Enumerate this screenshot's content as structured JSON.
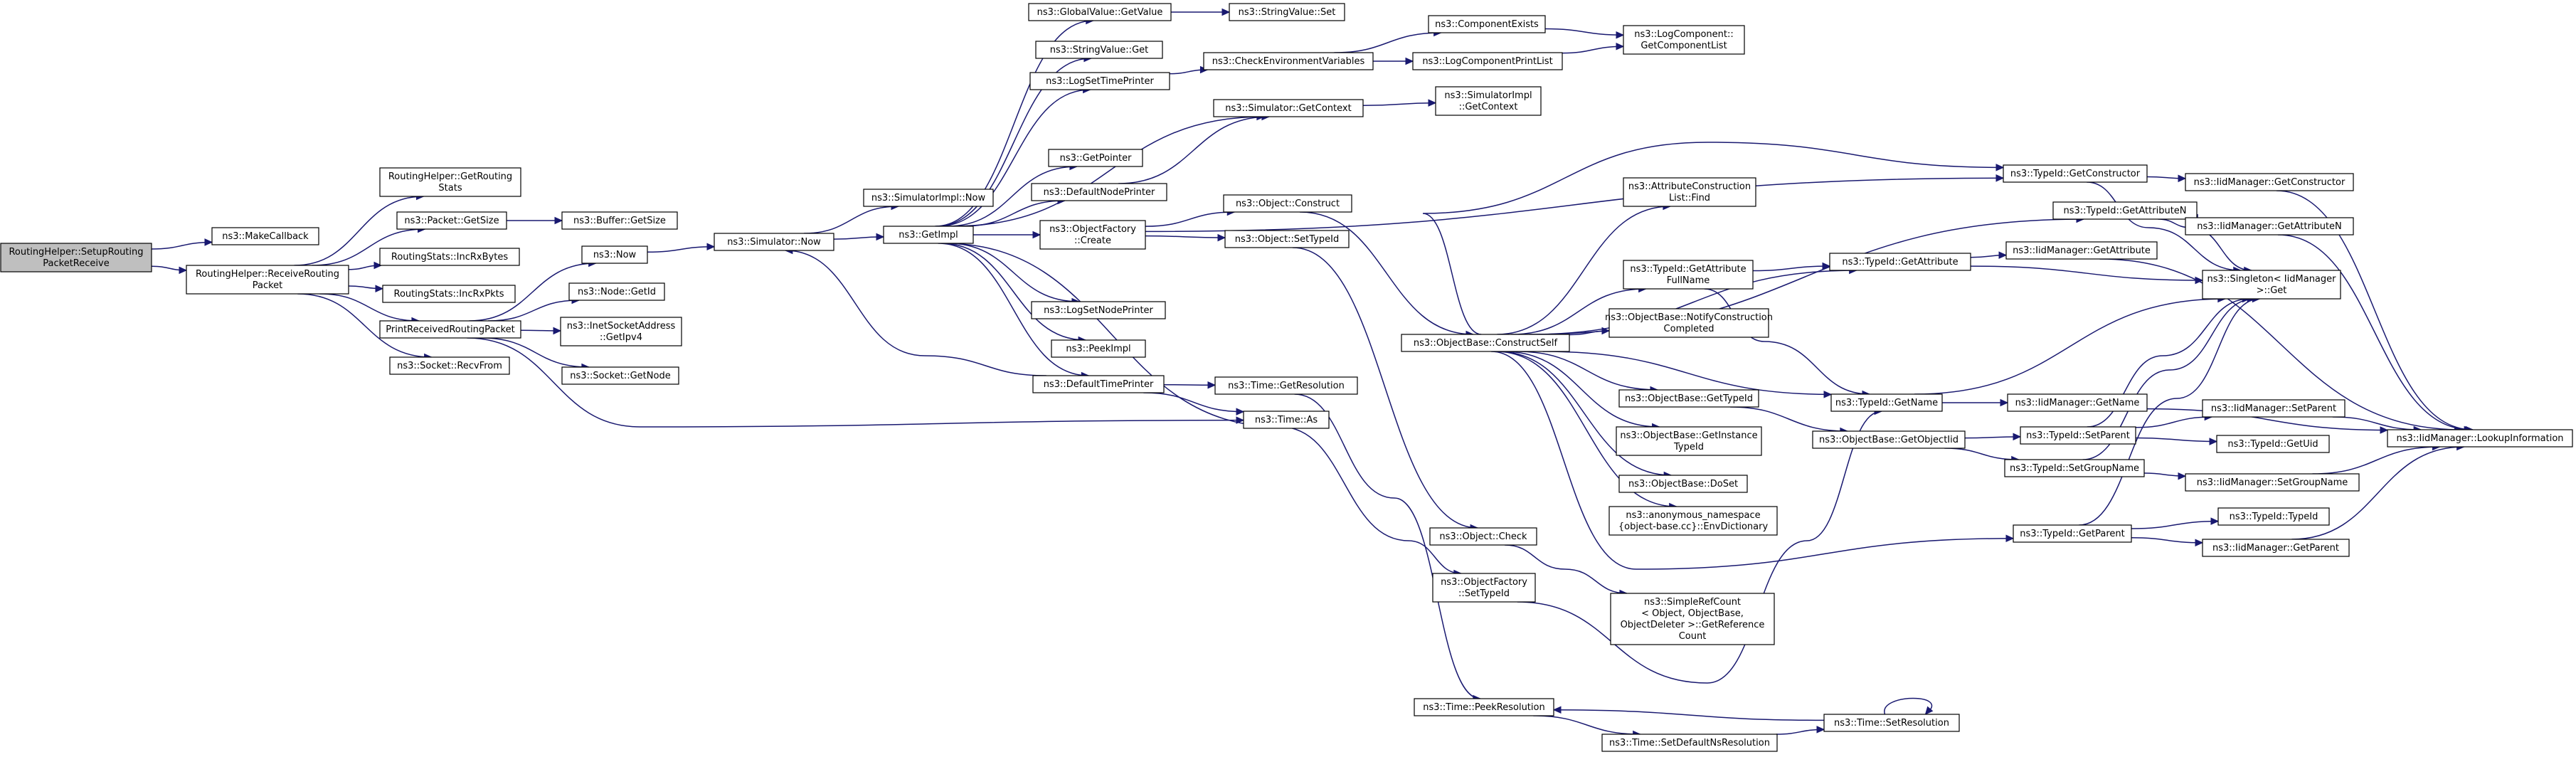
{
  "graph": {
    "root": "setup",
    "nodes": [
      {
        "id": "setup",
        "lines": [
          "RoutingHelper::SetupRouting",
          "PacketReceive"
        ]
      },
      {
        "id": "makecb",
        "lines": [
          "ns3::MakeCallback"
        ]
      },
      {
        "id": "recvpkt",
        "lines": [
          "RoutingHelper::ReceiveRouting",
          "Packet"
        ]
      },
      {
        "id": "getstats",
        "lines": [
          "RoutingHelper::GetRouting",
          "Stats"
        ]
      },
      {
        "id": "pktgetsize",
        "lines": [
          "ns3::Packet::GetSize"
        ]
      },
      {
        "id": "bufgetsize",
        "lines": [
          "ns3::Buffer::GetSize"
        ]
      },
      {
        "id": "incrxbytes",
        "lines": [
          "RoutingStats::IncRxBytes"
        ]
      },
      {
        "id": "incrxpkts",
        "lines": [
          "RoutingStats::IncRxPkts"
        ]
      },
      {
        "id": "printrecv",
        "lines": [
          "PrintReceivedRoutingPacket"
        ]
      },
      {
        "id": "recvfrom",
        "lines": [
          "ns3::Socket::RecvFrom"
        ]
      },
      {
        "id": "ns3now",
        "lines": [
          "ns3::Now"
        ]
      },
      {
        "id": "nodegetid",
        "lines": [
          "ns3::Node::GetId"
        ]
      },
      {
        "id": "inetgetipv4",
        "lines": [
          "ns3::InetSocketAddress",
          "::GetIpv4"
        ]
      },
      {
        "id": "sockgetnode",
        "lines": [
          "ns3::Socket::GetNode"
        ]
      },
      {
        "id": "simnow",
        "lines": [
          "ns3::Simulator::Now"
        ]
      },
      {
        "id": "simimplnow",
        "lines": [
          "ns3::SimulatorImpl::Now"
        ]
      },
      {
        "id": "getimpl",
        "lines": [
          "ns3::GetImpl"
        ]
      },
      {
        "id": "gvgetvalue",
        "lines": [
          "ns3::GlobalValue::GetValue"
        ]
      },
      {
        "id": "svset",
        "lines": [
          "ns3::StringValue::Set"
        ]
      },
      {
        "id": "svget",
        "lines": [
          "ns3::StringValue::Get"
        ]
      },
      {
        "id": "logsettime",
        "lines": [
          "ns3::LogSetTimePrinter"
        ]
      },
      {
        "id": "checkenv",
        "lines": [
          "ns3::CheckEnvironmentVariables"
        ]
      },
      {
        "id": "compexists",
        "lines": [
          "ns3::ComponentExists"
        ]
      },
      {
        "id": "getcomplist",
        "lines": [
          "ns3::LogComponent::",
          "GetComponentList"
        ]
      },
      {
        "id": "logcompprint",
        "lines": [
          "ns3::LogComponentPrintList"
        ]
      },
      {
        "id": "simgetctx",
        "lines": [
          "ns3::Simulator::GetContext"
        ]
      },
      {
        "id": "simimplgetctx",
        "lines": [
          "ns3::SimulatorImpl",
          "::GetContext"
        ]
      },
      {
        "id": "getpointer",
        "lines": [
          "ns3::GetPointer"
        ]
      },
      {
        "id": "defnodeprinter",
        "lines": [
          "ns3::DefaultNodePrinter"
        ]
      },
      {
        "id": "objfactcreate",
        "lines": [
          "ns3::ObjectFactory",
          "::Create"
        ]
      },
      {
        "id": "logsetnode",
        "lines": [
          "ns3::LogSetNodePrinter"
        ]
      },
      {
        "id": "peekimpl",
        "lines": [
          "ns3::PeekImpl"
        ]
      },
      {
        "id": "deftimeprinter",
        "lines": [
          "ns3::DefaultTimePrinter"
        ]
      },
      {
        "id": "timegetres",
        "lines": [
          "ns3::Time::GetResolution"
        ]
      },
      {
        "id": "timeas",
        "lines": [
          "ns3::Time::As"
        ]
      },
      {
        "id": "objconstruct",
        "lines": [
          "ns3::Object::Construct"
        ]
      },
      {
        "id": "objsettypeid",
        "lines": [
          "ns3::Object::SetTypeId"
        ]
      },
      {
        "id": "constructself",
        "lines": [
          "ns3::ObjectBase::ConstructSelf"
        ]
      },
      {
        "id": "objcheck",
        "lines": [
          "ns3::Object::Check"
        ]
      },
      {
        "id": "factsettypeid",
        "lines": [
          "ns3::ObjectFactory",
          "::SetTypeId"
        ]
      },
      {
        "id": "simplerefcount",
        "lines": [
          "ns3::SimpleRefCount",
          "< Object, ObjectBase,",
          "ObjectDeleter >::GetReference",
          "Count"
        ]
      },
      {
        "id": "peekres",
        "lines": [
          "ns3::Time::PeekResolution"
        ]
      },
      {
        "id": "setdefres",
        "lines": [
          "ns3::Time::SetDefaultNsResolution"
        ]
      },
      {
        "id": "setres",
        "lines": [
          "ns3::Time::SetResolution"
        ]
      },
      {
        "id": "attrfind",
        "lines": [
          "ns3::AttributeConstruction",
          "List::Find"
        ]
      },
      {
        "id": "tidgetattrfull",
        "lines": [
          "ns3::TypeId::GetAttribute",
          "FullName"
        ]
      },
      {
        "id": "notifyconstr",
        "lines": [
          "ns3::ObjectBase::NotifyConstruction",
          "Completed"
        ]
      },
      {
        "id": "obgettypeid",
        "lines": [
          "ns3::ObjectBase::GetTypeId"
        ]
      },
      {
        "id": "obgetinst",
        "lines": [
          "ns3::ObjectBase::GetInstance",
          "TypeId"
        ]
      },
      {
        "id": "obdoset",
        "lines": [
          "ns3::ObjectBase::DoSet"
        ]
      },
      {
        "id": "anonenv",
        "lines": [
          "ns3::anonymous_namespace",
          "{object-base.cc}::EnvDictionary"
        ]
      },
      {
        "id": "tidgetconstructor",
        "lines": [
          "ns3::TypeId::GetConstructor"
        ]
      },
      {
        "id": "tidgetattrn",
        "lines": [
          "ns3::TypeId::GetAttributeN"
        ]
      },
      {
        "id": "tidgetattr",
        "lines": [
          "ns3::TypeId::GetAttribute"
        ]
      },
      {
        "id": "tidgetname",
        "lines": [
          "ns3::TypeId::GetName"
        ]
      },
      {
        "id": "obgetobjtid",
        "lines": [
          "ns3::ObjectBase::GetObjectIid"
        ]
      },
      {
        "id": "tidsetparent",
        "lines": [
          "ns3::TypeId::SetParent"
        ]
      },
      {
        "id": "tidsetgroup",
        "lines": [
          "ns3::TypeId::SetGroupName"
        ]
      },
      {
        "id": "tidgetparent",
        "lines": [
          "ns3::TypeId::GetParent"
        ]
      },
      {
        "id": "iidgetconstructor",
        "lines": [
          "ns3::IidManager::GetConstructor"
        ]
      },
      {
        "id": "iidgetattrn",
        "lines": [
          "ns3::IidManager::GetAttributeN"
        ]
      },
      {
        "id": "iidgetattr",
        "lines": [
          "ns3::IidManager::GetAttribute"
        ]
      },
      {
        "id": "singleton",
        "lines": [
          "ns3::Singleton< IidManager",
          ">::Get"
        ]
      },
      {
        "id": "iidgetname",
        "lines": [
          "ns3::IidManager::GetName"
        ]
      },
      {
        "id": "iidsetparent",
        "lines": [
          "ns3::IidManager::SetParent"
        ]
      },
      {
        "id": "tidgetuid",
        "lines": [
          "ns3::TypeId::GetUid"
        ]
      },
      {
        "id": "iidsetgroup",
        "lines": [
          "ns3::IidManager::SetGroupName"
        ]
      },
      {
        "id": "tidtypeid",
        "lines": [
          "ns3::TypeId::TypeId"
        ]
      },
      {
        "id": "iidgetparent",
        "lines": [
          "ns3::IidManager::GetParent"
        ]
      },
      {
        "id": "lookup",
        "lines": [
          "ns3::IidManager::LookupInformation"
        ]
      }
    ],
    "edges": [
      [
        "setup",
        "makecb"
      ],
      [
        "setup",
        "recvpkt"
      ],
      [
        "recvpkt",
        "getstats"
      ],
      [
        "recvpkt",
        "pktgetsize"
      ],
      [
        "recvpkt",
        "incrxbytes"
      ],
      [
        "recvpkt",
        "incrxpkts"
      ],
      [
        "recvpkt",
        "printrecv"
      ],
      [
        "recvpkt",
        "recvfrom"
      ],
      [
        "pktgetsize",
        "bufgetsize"
      ],
      [
        "printrecv",
        "ns3now"
      ],
      [
        "printrecv",
        "nodegetid"
      ],
      [
        "printrecv",
        "inetgetipv4"
      ],
      [
        "printrecv",
        "sockgetnode"
      ],
      [
        "printrecv",
        "timeas"
      ],
      [
        "ns3now",
        "simnow"
      ],
      [
        "simnow",
        "simimplnow"
      ],
      [
        "simnow",
        "getimpl"
      ],
      [
        "getimpl",
        "gvgetvalue"
      ],
      [
        "getimpl",
        "svget"
      ],
      [
        "getimpl",
        "logsettime"
      ],
      [
        "getimpl",
        "simgetctx"
      ],
      [
        "getimpl",
        "getpointer"
      ],
      [
        "getimpl",
        "defnodeprinter"
      ],
      [
        "getimpl",
        "objfactcreate"
      ],
      [
        "getimpl",
        "logsetnode"
      ],
      [
        "getimpl",
        "peekimpl"
      ],
      [
        "getimpl",
        "deftimeprinter"
      ],
      [
        "getimpl",
        "factsettypeid"
      ],
      [
        "gvgetvalue",
        "svset"
      ],
      [
        "logsettime",
        "checkenv"
      ],
      [
        "checkenv",
        "compexists"
      ],
      [
        "checkenv",
        "logcompprint"
      ],
      [
        "compexists",
        "getcomplist"
      ],
      [
        "logcompprint",
        "getcomplist"
      ],
      [
        "simgetctx",
        "simimplgetctx"
      ],
      [
        "defnodeprinter",
        "simgetctx"
      ],
      [
        "objfactcreate",
        "objconstruct"
      ],
      [
        "objfactcreate",
        "objsettypeid"
      ],
      [
        "objfactcreate",
        "tidgetconstructor"
      ],
      [
        "deftimeprinter",
        "timegetres"
      ],
      [
        "deftimeprinter",
        "timeas"
      ],
      [
        "deftimeprinter",
        "simnow"
      ],
      [
        "timegetres",
        "peekres"
      ],
      [
        "objconstruct",
        "constructself"
      ],
      [
        "objsettypeid",
        "objcheck"
      ],
      [
        "objcheck",
        "simplerefcount"
      ],
      [
        "factsettypeid",
        "tidgetname"
      ],
      [
        "constructself",
        "attrfind"
      ],
      [
        "constructself",
        "tidgetattrfull"
      ],
      [
        "constructself",
        "notifyconstr"
      ],
      [
        "constructself",
        "obgettypeid"
      ],
      [
        "constructself",
        "obgetinst"
      ],
      [
        "constructself",
        "obdoset"
      ],
      [
        "constructself",
        "anonenv"
      ],
      [
        "constructself",
        "tidgetconstructor"
      ],
      [
        "constructself",
        "tidgetattrn"
      ],
      [
        "constructself",
        "tidgetattr"
      ],
      [
        "constructself",
        "tidgetname"
      ],
      [
        "constructself",
        "tidgetparent"
      ],
      [
        "tidgetattrfull",
        "tidgetattr"
      ],
      [
        "tidgetattrfull",
        "tidgetname"
      ],
      [
        "obgettypeid",
        "obgetobjtid"
      ],
      [
        "obgetobjtid",
        "tidsetparent"
      ],
      [
        "obgetobjtid",
        "tidsetgroup"
      ],
      [
        "tidgetconstructor",
        "iidgetconstructor"
      ],
      [
        "tidgetconstructor",
        "singleton"
      ],
      [
        "tidgetattrn",
        "iidgetattrn"
      ],
      [
        "tidgetattrn",
        "singleton"
      ],
      [
        "tidgetattr",
        "iidgetattr"
      ],
      [
        "tidgetattr",
        "singleton"
      ],
      [
        "tidgetname",
        "iidgetname"
      ],
      [
        "tidgetname",
        "singleton"
      ],
      [
        "tidsetparent",
        "iidsetparent"
      ],
      [
        "tidsetparent",
        "tidgetuid"
      ],
      [
        "tidsetparent",
        "singleton"
      ],
      [
        "tidsetgroup",
        "iidsetgroup"
      ],
      [
        "tidsetgroup",
        "singleton"
      ],
      [
        "tidgetparent",
        "tidtypeid"
      ],
      [
        "tidgetparent",
        "iidgetparent"
      ],
      [
        "tidgetparent",
        "singleton"
      ],
      [
        "iidgetconstructor",
        "lookup"
      ],
      [
        "iidgetattrn",
        "lookup"
      ],
      [
        "iidgetattr",
        "lookup"
      ],
      [
        "iidgetname",
        "lookup"
      ],
      [
        "iidsetparent",
        "lookup"
      ],
      [
        "iidsetgroup",
        "lookup"
      ],
      [
        "iidgetparent",
        "lookup"
      ],
      [
        "setdefres",
        "setres"
      ],
      [
        "setres",
        "peekres"
      ],
      [
        "setres",
        "setres"
      ],
      [
        "peekres",
        "setdefres"
      ]
    ]
  }
}
